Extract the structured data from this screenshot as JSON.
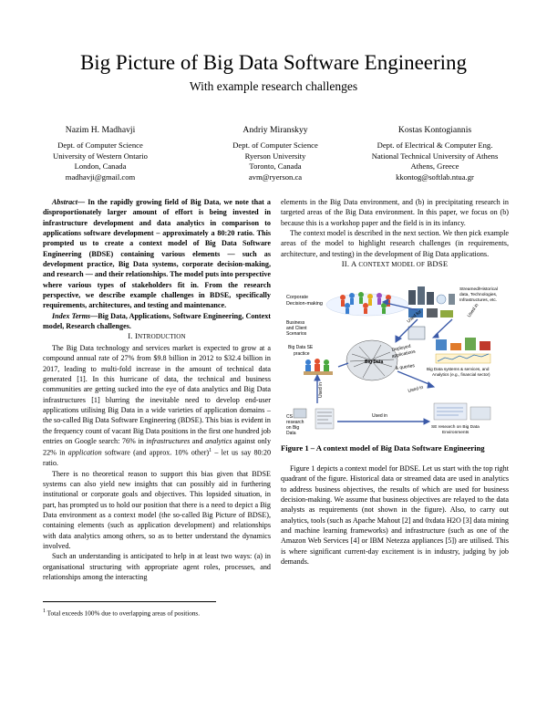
{
  "paper": {
    "title": "Big Picture of Big Data Software Engineering",
    "subtitle": "With example research challenges"
  },
  "authors": [
    {
      "name": "Nazim H. Madhavji",
      "dept": "Dept. of Computer Science",
      "inst": "University of Western Ontario",
      "loc": "London, Canada",
      "email": "madhavji@gmail.com"
    },
    {
      "name": "Andriy Miranskyy",
      "dept": "Dept. of Computer Science",
      "inst": "Ryerson University",
      "loc": "Toronto, Canada",
      "email": "avm@ryerson.ca"
    },
    {
      "name": "Kostas Kontogiannis",
      "dept": "Dept. of Electrical & Computer Eng.",
      "inst": "National Technical University of Athens",
      "loc": "Athens, Greece",
      "email": "kkontog@softlab.ntua.gr"
    }
  ],
  "abstract": {
    "label": "Abstract—",
    "text": " In the rapidly growing field of Big Data, we note that a disproportionately larger amount of effort is being invested in infrastructure development and data analytics in comparison to applications software development – approximately a 80:20 ratio. This prompted us to create a context model of Big Data Software Engineering (BDSE) containing various elements — such as development practice, Big Data systems, corporate decision-making, and research — and their relationships. The model puts into perspective where various types of stakeholders fit in. From the research perspective, we describe example challenges in BDSE, specifically requirements, architectures, and testing and maintenance."
  },
  "index_terms": {
    "label": "Index Terms",
    "text": "—Big Data, Applications, Software Engineering, Context model, Research challenges."
  },
  "section1": {
    "number": "I. ",
    "first": "I",
    "rest": "NTRODUCTION",
    "p1": "The Big Data technology and services market is expected to grow at a compound annual rate of 27% from $9.8 billion in 2012 to $32.4 billion in 2017, leading to multi-fold increase in the amount of technical data generated [1]. In this hurricane of data, the technical and business communities are getting sucked into the eye of data analytics and Big Data infrastructures [1] blurring the inevitable need to develop end-user applications utilising Big Data in a wide varieties of application domains – the so-called Big Data Software Engineering (BDSE). This bias is evident in the frequency count of vacant Big Data positions in the first one hundred job entries on Google search: 76% in ",
    "p1_em1": "infrastructures",
    "p1_mid": " and ",
    "p1_em2": "analytics",
    "p1_mid2": " against only 22% in ",
    "p1_em3": "application",
    "p1_end": " software (and approx. 10% other)",
    "p1_sup": "1",
    "p1_tail": " – let us say 80:20 ratio.",
    "p2": "There is no theoretical reason to support this bias given that BDSE systems can also yield new insights that can possibly aid in furthering institutional or corporate goals and objectives. This lopsided situation, in part, has prompted us to hold our position that there is a need to depict a Big Data environment as a context model (the so-called Big Picture of BDSE), containing elements (such as application development) and relationships with data analytics among others, so as to better understand the dynamics involved.",
    "p3": "Such an understanding is anticipated to help in at least two ways: (a) in organisational structuring with appropriate agent roles, processes, and relationships among the interacting"
  },
  "right_col": {
    "p1": "elements in the Big Data environment, and (b) in precipitating research in targeted areas of the Big Data environment. In this paper, we focus on (b) because this is a workshop paper and the field is in its infancy.",
    "p2": "The context model is described in the next section. We then pick example areas of the model to highlight research challenges (in requirements, architecture, and testing) in the development of Big Data applications."
  },
  "section2": {
    "prefix": "II. A ",
    "sc": "CONTEXT MODEL OF",
    "suffix": " BDSE"
  },
  "figure": {
    "labels": {
      "corporate": "Corporate\nDecision-making",
      "streamed": "Streamed/Historical\ndata, Technologies,\nInfrastructures, etc.",
      "business": "Business\nand Client\nScenarios",
      "used_for": "Used for",
      "used_in_tr": "Used in",
      "deployed": "Deployed\napplications",
      "bdse": "Big Data SE\npractice",
      "big_data": "Big Data",
      "queries": "& queries",
      "systems": "Big Data systems & services, and\nAnalytics (e.g., financial sector)",
      "used_in_mid": "Used in",
      "used_in_left": "Used in",
      "cs_research": "CS\nresearch\non Big\nData",
      "used_in_bottom": "Used in",
      "se_research": "SE research on Big Data\nEnvironments"
    }
  },
  "caption": "Figure 1 – A context model of Big Data Software Engineering",
  "right_col2": {
    "p3": "Figure 1 depicts a context model for BDSE. Let us start with the top right quadrant of the figure. Historical data or streamed data are used in analytics to address business objectives, the results of which are used for business decision-making. We assume that business objectives are relayed to the data analysts as requirements (not shown in the figure). Also, to carry out analytics, tools (such as Apache Mahout [2] and 0xdata H2O [3] data mining and machine learning frameworks) and infrastructure (such as one of the Amazon Web Services [4] or IBM Netezza appliances [5]) are utilised. This is where significant current-day excitement is in industry, judging by job demands."
  },
  "footnote": {
    "mark": "1",
    "text": " Total exceeds 100% due to overlapping areas of positions."
  }
}
